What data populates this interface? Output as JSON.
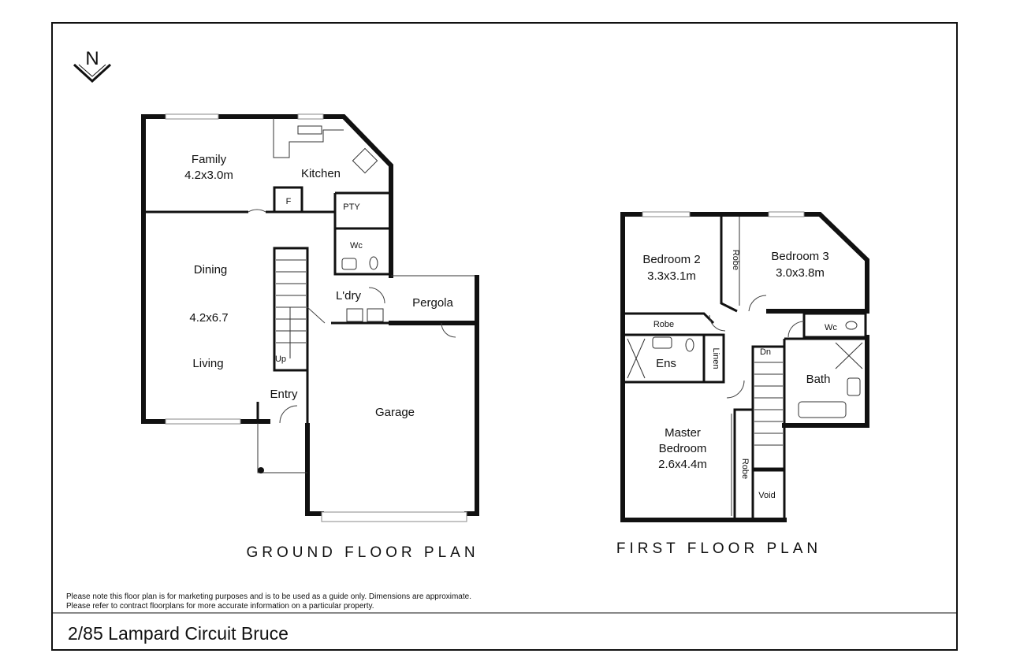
{
  "north_label": "N",
  "ground_floor": {
    "title": "GROUND FLOOR PLAN",
    "rooms": {
      "family_name": "Family",
      "family_size": "4.2x3.0m",
      "kitchen": "Kitchen",
      "fridge": "F",
      "pantry": "PTY",
      "wc": "Wc",
      "dining": "Dining",
      "dining_living_size": "4.2x6.7",
      "living": "Living",
      "laundry": "L'dry",
      "pergola": "Pergola",
      "stairs_up": "Up",
      "entry": "Entry",
      "garage": "Garage"
    }
  },
  "first_floor": {
    "title": "FIRST FLOOR PLAN",
    "rooms": {
      "bedroom2_name": "Bedroom 2",
      "bedroom2_size": "3.3x3.1m",
      "robe_b3": "Robe",
      "bedroom3_name": "Bedroom 3",
      "bedroom3_size": "3.0x3.8m",
      "robe_b2": "Robe",
      "wc": "Wc",
      "ensuite": "Ens",
      "linen": "Linen",
      "stairs_down": "Dn",
      "bath": "Bath",
      "master_name": "Master",
      "master_name2": "Bedroom",
      "master_size": "2.6x4.4m",
      "robe_master": "Robe",
      "void": "Void"
    }
  },
  "disclaimer": {
    "line1": "Please note this floor plan is for marketing purposes and is to be used as a guide only. Dimensions are approximate.",
    "line2": "Please refer to contract floorplans for more accurate information on a particular property."
  },
  "address": "2/85 Lampard Circuit Bruce"
}
